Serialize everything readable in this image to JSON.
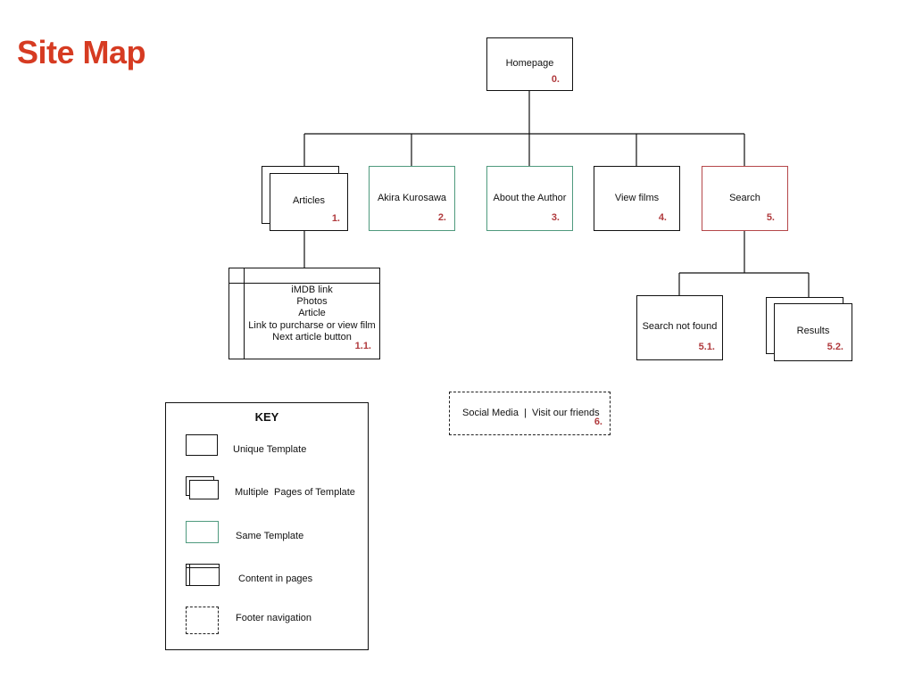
{
  "title": "Site Map",
  "colors": {
    "title": "#d63b22",
    "same_template": "#4f9a7e",
    "search": "#b5474a",
    "number": "#b03a3d"
  },
  "nodes": {
    "homepage": {
      "label": "Homepage",
      "num": "0."
    },
    "articles": {
      "label": "Articles",
      "num": "1."
    },
    "kurosawa": {
      "label": "Akira Kurosawa",
      "num": "2."
    },
    "author": {
      "label": "About the Author",
      "num": "3."
    },
    "films": {
      "label": "View films",
      "num": "4."
    },
    "search": {
      "label": "Search",
      "num": "5."
    },
    "article_content": {
      "lines": [
        "iMDB link",
        "Photos",
        "Article",
        "Link to purcharse or view film",
        "Next article button"
      ],
      "num": "1.1."
    },
    "not_found": {
      "label": "Search not found",
      "num": "5.1."
    },
    "results": {
      "label": "Results",
      "num": "5.2."
    },
    "footer": {
      "label": "Social Media  |  Visit our friends",
      "num": "6."
    }
  },
  "key": {
    "title": "KEY",
    "items": [
      "Unique Template",
      "Multiple  Pages of Template",
      "Same Template",
      "Content in pages",
      "Footer navigation"
    ]
  }
}
